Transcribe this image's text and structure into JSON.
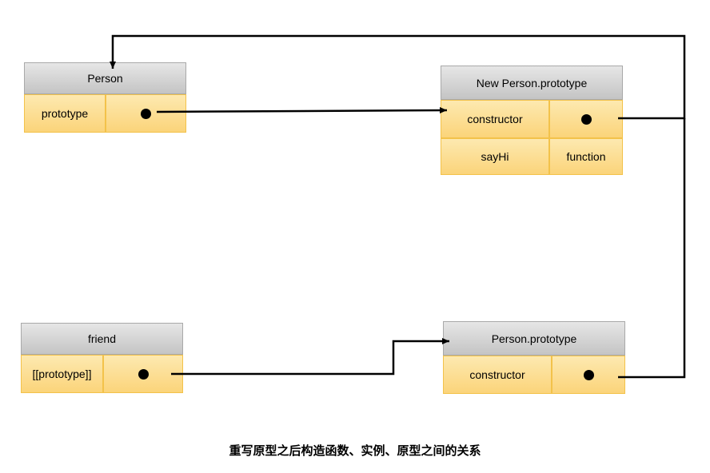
{
  "person": {
    "title": "Person",
    "cell_left": "prototype",
    "cell_right_icon": "pointer-dot-icon"
  },
  "new_prototype": {
    "title": "New Person.prototype",
    "rows": [
      {
        "key": "constructor",
        "value_icon": "pointer-dot-icon"
      },
      {
        "key": "sayHi",
        "value": "function"
      }
    ]
  },
  "friend": {
    "title": "friend",
    "cell_left": "[[prototype]]",
    "cell_right_icon": "pointer-dot-icon"
  },
  "old_prototype": {
    "title": "Person.prototype",
    "cell_left": "constructor",
    "cell_right_icon": "pointer-dot-icon"
  },
  "caption": "重写原型之后构造函数、实例、原型之间的关系",
  "colors": {
    "header_top": "#e6e6e6",
    "header_bottom": "#c4c4c4",
    "cell_top": "#fde9b0",
    "cell_bottom": "#fbd47a",
    "cell_border": "#f3c24a",
    "line": "#000000"
  }
}
